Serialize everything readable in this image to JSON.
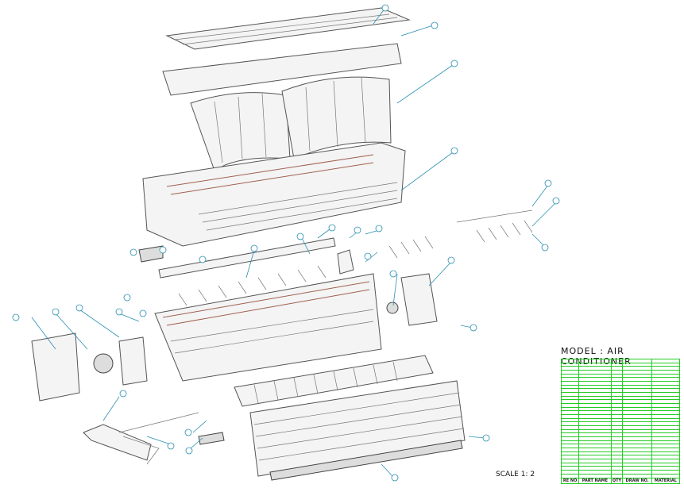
{
  "title": "MODEL : AIR CONDITIONER",
  "scale": "SCALE 1: 2",
  "table": {
    "headers": [
      "RE NO",
      "PART NAME",
      "QTY",
      "DRAW NO.",
      "MATERIAL"
    ],
    "row_count": 32
  },
  "colors": {
    "table_lines": "#22cc22",
    "leader": "#2a8fb0",
    "fins": "#a06050"
  }
}
